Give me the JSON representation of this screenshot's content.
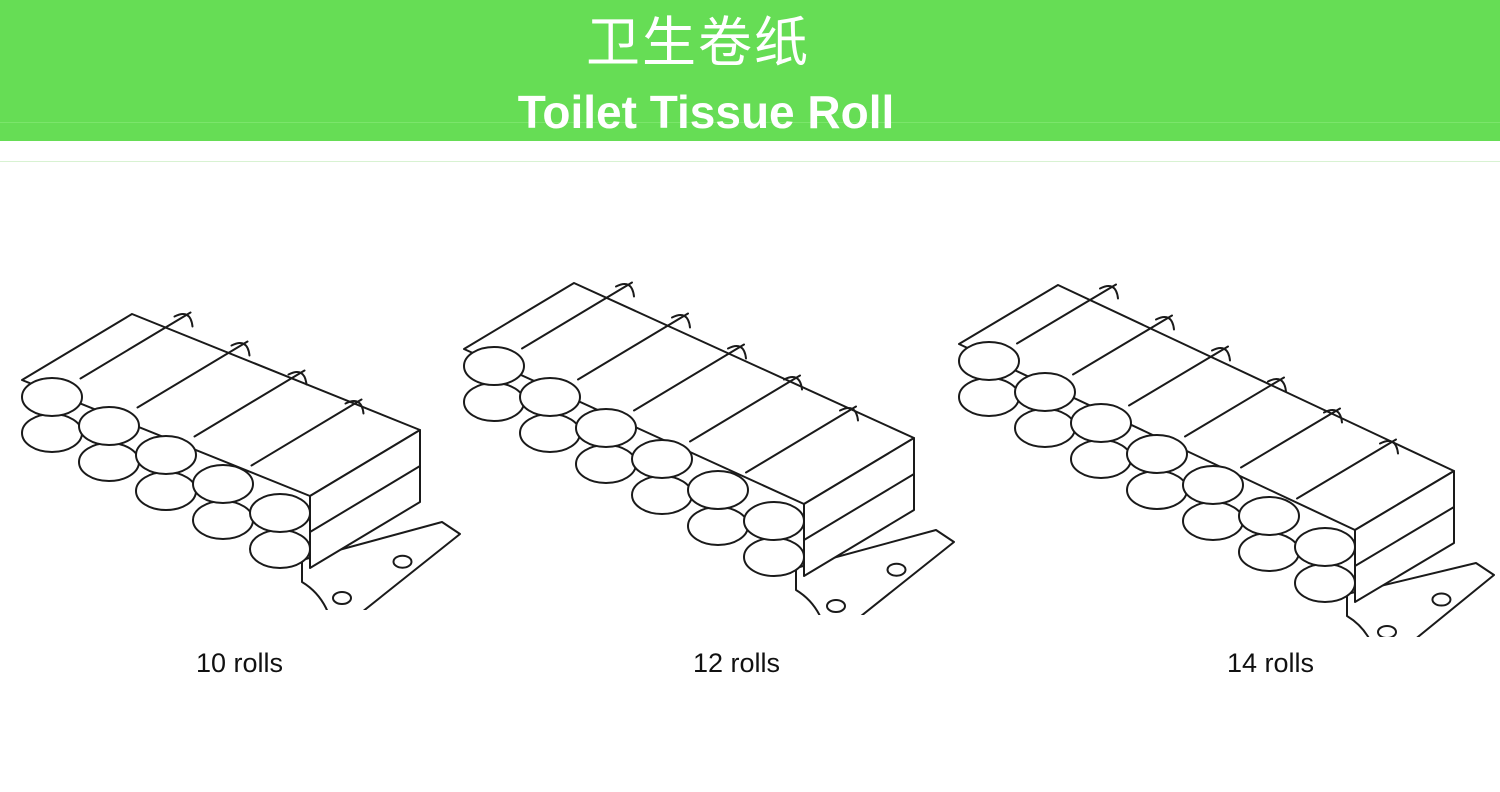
{
  "header": {
    "title_cn": "卫生卷纸",
    "title_en": "Toilet Tissue Roll",
    "background_color": "#66DD55",
    "text_color": "#FFFFFF"
  },
  "packs": [
    {
      "label": "10 rolls",
      "rolls": 10,
      "columns": 5,
      "rows": 2
    },
    {
      "label": "12 rolls",
      "rolls": 12,
      "columns": 6,
      "rows": 2
    },
    {
      "label": "14 rolls",
      "rolls": 14,
      "columns": 7,
      "rows": 2
    }
  ]
}
